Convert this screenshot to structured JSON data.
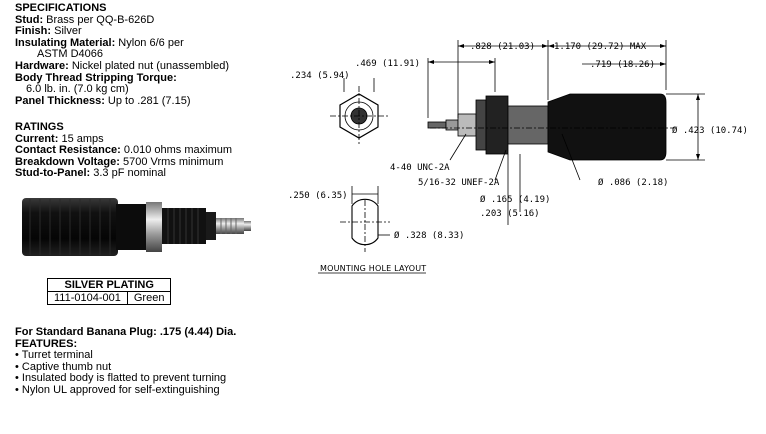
{
  "specifications": {
    "heading": "SPECIFICATIONS",
    "stud_label": "Stud:",
    "stud_value": " Brass per QQ-B-626D",
    "finish_label": "Finish:",
    "finish_value": " Silver",
    "insulating_label": "Insulating Material:",
    "insulating_value": " Nylon 6/6 per",
    "insulating_value2": "ASTM D4066",
    "hardware_label": "Hardware:",
    "hardware_value": " Nickel plated nut (unassembled)",
    "torque_label": "Body Thread Stripping Torque:",
    "torque_value": "6.0 lb. in. (7.0 kg cm)",
    "panel_label": "Panel Thickness:",
    "panel_value": " Up to .281 (7.15)"
  },
  "ratings": {
    "heading": "RATINGS",
    "current_label": "Current:",
    "current_value": " 15 amps",
    "contact_label": "Contact Resistance:",
    "contact_value": " 0.010 ohms maximum",
    "breakdown_label": "Breakdown Voltage:",
    "breakdown_value": " 5700 Vrms minimum",
    "stud_panel_label": "Stud-to-Panel:",
    "stud_panel_value": " 3.3 pF nominal"
  },
  "plating_table": {
    "header": "SILVER PLATING",
    "part_number": "111-0104-001",
    "color": "Green"
  },
  "features": {
    "banana_line": "For Standard Banana Plug: .175 (4.44) Dia.",
    "heading": "FEATURES:",
    "items": [
      "• Turret terminal",
      "• Captive thumb nut",
      "• Insulated body is flatted to prevent turning",
      "• Nylon UL approved for self-extinguishing"
    ]
  },
  "drawing": {
    "dim_828": ".828 (21.03)",
    "dim_1170": "1.170 (29.72) MAX",
    "dim_469": ".469 (11.91)",
    "dim_719": ".719 (18.26)",
    "dim_234": ".234 (5.94)",
    "dim_423": "Ø .423 (10.74)",
    "thread_440": "4-40 UNC-2A",
    "thread_516": "5/16-32 UNEF-2A",
    "dim_086": "Ø .086 (2.18)",
    "dim_250": ".250 (6.35)",
    "dim_165": "Ø .165 (4.19)",
    "dim_203": ".203 (5.16)",
    "dim_328": "Ø .328 (8.33)",
    "mounting_caption": "MOUNTING HOLE LAYOUT"
  }
}
